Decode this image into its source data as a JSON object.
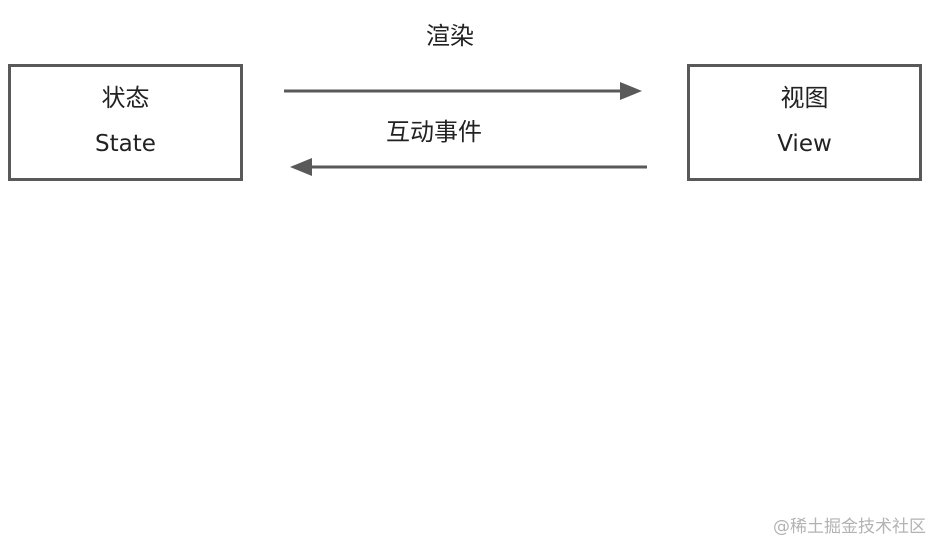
{
  "nodes": {
    "state": {
      "title": "状态",
      "subtitle": "State"
    },
    "view": {
      "title": "视图",
      "subtitle": "View"
    }
  },
  "edges": {
    "render": {
      "label": "渲染"
    },
    "interaction": {
      "label": "互动事件"
    }
  },
  "watermark": "@稀土掘金技术社区",
  "colors": {
    "stroke": "#595959",
    "text": "#222222",
    "watermark": "#b3b3b3"
  }
}
